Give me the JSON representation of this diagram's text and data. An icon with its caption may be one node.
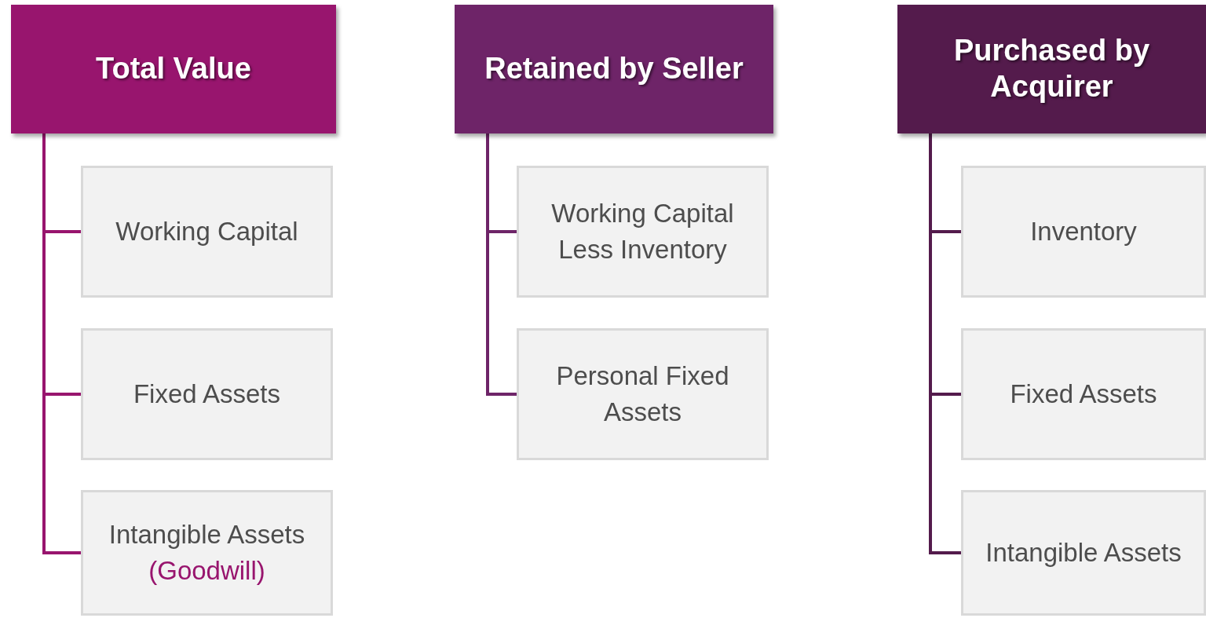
{
  "diagram": {
    "nodes": [
      {
        "text": [
          "Total Value"
        ]
      },
      {
        "text": [
          "Working Capital"
        ]
      },
      {
        "text": [
          "Fixed Assets"
        ]
      },
      {
        "text": [
          "Intangible Assets",
          "(Goodwill)"
        ]
      },
      {
        "text": [
          "Retained by Seller"
        ]
      },
      {
        "text": [
          "Working Capital Less Inventory"
        ]
      },
      {
        "text": [
          "Personal Fixed Assets"
        ]
      },
      {
        "text": [
          "Purchased by Acquirer"
        ]
      },
      {
        "text": [
          "Inventory"
        ]
      },
      {
        "text": [
          "Fixed Assets"
        ]
      },
      {
        "text": [
          "Intangible Assets"
        ]
      }
    ],
    "edges": [
      {
        "from": 0,
        "to": 1,
        "arrow": "none"
      },
      {
        "from": 0,
        "to": 2,
        "arrow": "none"
      },
      {
        "from": 0,
        "to": 3,
        "arrow": "none"
      },
      {
        "from": 4,
        "to": 5,
        "arrow": "none",
        "color": "#6e2468"
      },
      {
        "from": 4,
        "to": 6,
        "arrow": "none",
        "color": "#6e2468"
      },
      {
        "from": 7,
        "to": 8,
        "arrow": "none",
        "color": "#541b4c"
      },
      {
        "from": 7,
        "to": 9,
        "arrow": "none",
        "color": "#541b4c"
      },
      {
        "from": 7,
        "to": 10,
        "arrow": "none",
        "color": "#541b4c"
      }
    ]
  }
}
